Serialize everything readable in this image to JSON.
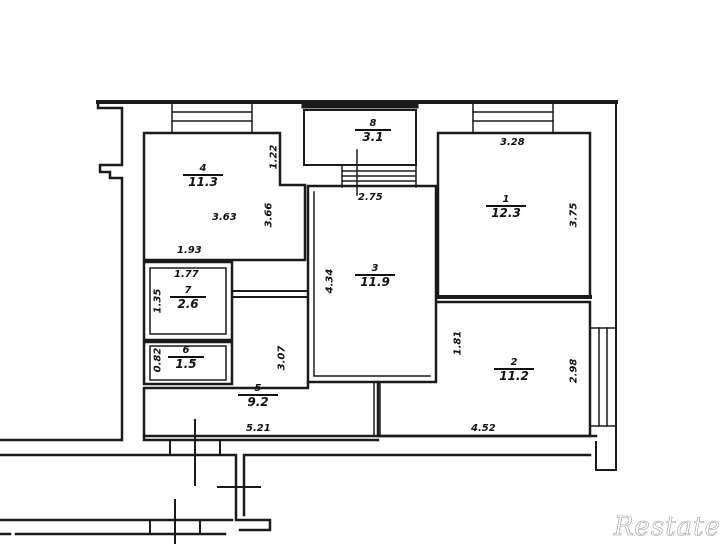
{
  "plan": {
    "type": "apartment-floor-plan",
    "rooms": [
      {
        "id": "1",
        "number": "1",
        "area": "12.3"
      },
      {
        "id": "2",
        "number": "2",
        "area": "11.2"
      },
      {
        "id": "3",
        "number": "3",
        "area": "11.9"
      },
      {
        "id": "4",
        "number": "4",
        "area": "11.3"
      },
      {
        "id": "5",
        "number": "5",
        "area": "9.2"
      },
      {
        "id": "6",
        "number": "6",
        "area": "1.5"
      },
      {
        "id": "7",
        "number": "7",
        "area": "2.6"
      },
      {
        "id": "8",
        "number": "8",
        "area": "3.1"
      }
    ],
    "dimensions": {
      "room4_top_right": "1.22",
      "room4_width": "3.63",
      "room4_height": "3.66",
      "room4_bottom": "1.93",
      "room7_width": "1.77",
      "room7_height": "1.35",
      "room6_height": "0.82",
      "room5_height": "3.07",
      "room5_width": "5.21",
      "room3_top": "2.75",
      "room3_height": "4.34",
      "room1_width": "3.28",
      "room1_height": "3.75",
      "room2_left": "1.81",
      "room2_height": "2.98",
      "room2_width": "4.52"
    }
  },
  "watermark": {
    "text": "Restate"
  }
}
